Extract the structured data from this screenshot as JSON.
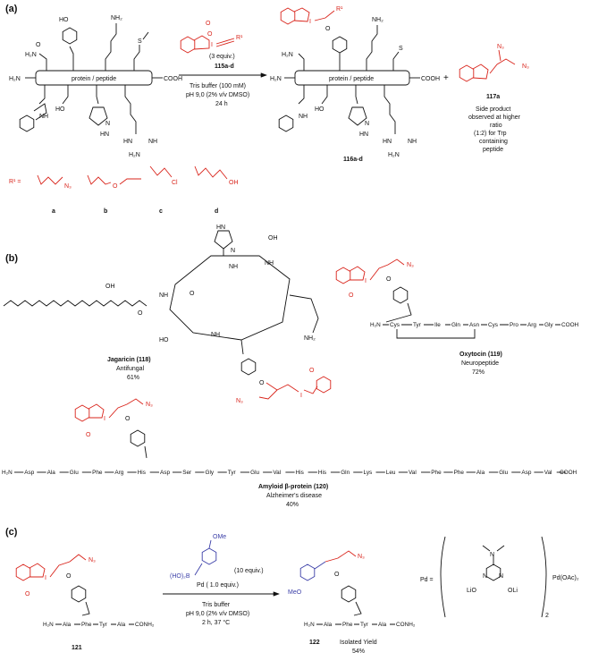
{
  "panels": {
    "a": "(a)",
    "b": "(b)",
    "c": "(c)"
  },
  "a": {
    "box_label": "protein / peptide",
    "h2n": "H₂N",
    "cooh": "COOH",
    "h2n_top": "H₂N",
    "nh2_top": "NH₂",
    "s_atom": "S",
    "hn": "HN",
    "nh": "NH",
    "n": "N",
    "ho": "HO",
    "oh": "OH",
    "reagent_r": "R¹",
    "reagent_i": "I",
    "reagent_o": "O",
    "reagent_equiv": "(3 equiv.)",
    "reagent_code": "115a-d",
    "cond1": "Tris buffer (100 mM)",
    "cond2": "pH 9,0 (2% v/v DMSO)",
    "cond3": "24 h",
    "product_code": "116a-d",
    "plus": "+",
    "side_n3": "N₃",
    "side_code": "117a",
    "side_note": [
      "Side product",
      "observed at higher",
      "ratio",
      "(1:2) for Trp",
      "containing",
      "peptide"
    ],
    "r1_label": "R¹ =",
    "r_substituents": [
      {
        "letter": "a",
        "group": "N₃"
      },
      {
        "letter": "b",
        "group": "O"
      },
      {
        "letter": "c",
        "group": "Cl"
      },
      {
        "letter": "d",
        "group": "OH"
      }
    ]
  },
  "b": {
    "jagaricin": {
      "name": "Jagaricin (118)",
      "activity": "Antifungal",
      "yield": "61%"
    },
    "oxytocin": {
      "name": "Oxytocin (119)",
      "activity": "Neuropeptide",
      "yield": "72%",
      "sequence": [
        "H₂N",
        "Cys",
        "Tyr",
        "Ile",
        "Gln",
        "Asn",
        "Cys",
        "Pro",
        "Arg",
        "Gly",
        "COOH"
      ]
    },
    "amyloid": {
      "name": "Amyloid β-protein (120)",
      "activity": "Alzheimer's disease",
      "yield": "40%",
      "sequence": [
        "H₂N",
        "Asp",
        "Ala",
        "Glu",
        "Phe",
        "Arg",
        "His",
        "Asp",
        "Ser",
        "Gly",
        "Tyr",
        "Glu",
        "Val",
        "His",
        "His",
        "Gln",
        "Lys",
        "Leu",
        "Val",
        "Phe",
        "Phe",
        "Ala",
        "Glu",
        "Asp",
        "Val",
        "COOH"
      ]
    },
    "labels": {
      "n3": "N₃",
      "oh": "OH",
      "ho": "HO",
      "nh2": "NH₂",
      "o": "O",
      "i": "I",
      "n": "N",
      "hn": "HN",
      "nh": "NH"
    }
  },
  "c": {
    "start_code": "121",
    "start_peptide": [
      "H₂N",
      "Ala",
      "Phe",
      "Tyr",
      "Ala",
      "CONH₂"
    ],
    "boronic": "(HO)₂B",
    "ome": "OMe",
    "boronic_equiv": "(10 equiv.)",
    "pd_equiv": "Pd  ( 1.0 equiv.)",
    "cond1": "Tris buffer",
    "cond2": "pH 9,0 (2% v/v DMSO)",
    "cond3": "2 h, 37 °C",
    "product_meo": "MeO",
    "product_code": "122",
    "product_yield_label": "Isolated Yield",
    "product_yield": "54%",
    "n3": "N₃",
    "pd_def": "Pd =",
    "pd_nme2": "N",
    "pd_lio": "LiO",
    "pd_oli": "OLi",
    "pd_sub": "2",
    "pd_oac": "Pd(OAc)₂",
    "i": "I",
    "o": "O"
  },
  "colors": {
    "accent_red": "#d9241b",
    "accent_blue": "#3b3fa8"
  }
}
